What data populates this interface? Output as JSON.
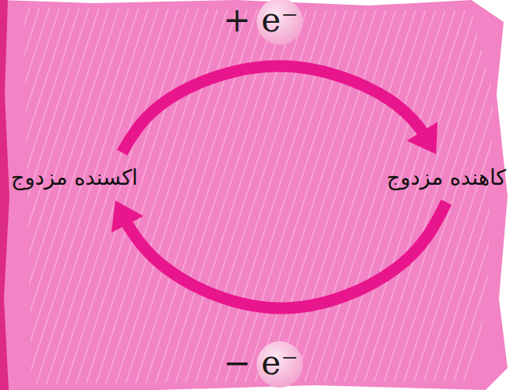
{
  "diagram": {
    "nodes": [
      {
        "text": [
          "کاهنده مزدوج"
        ]
      },
      {
        "text": [
          "اکسنده مزدوج"
        ]
      }
    ],
    "edges": [
      {
        "from": 1,
        "to": 0,
        "arrow": "to",
        "label": "+ e⁻"
      },
      {
        "from": 0,
        "to": 1,
        "arrow": "to",
        "label": "− e⁻"
      }
    ]
  }
}
